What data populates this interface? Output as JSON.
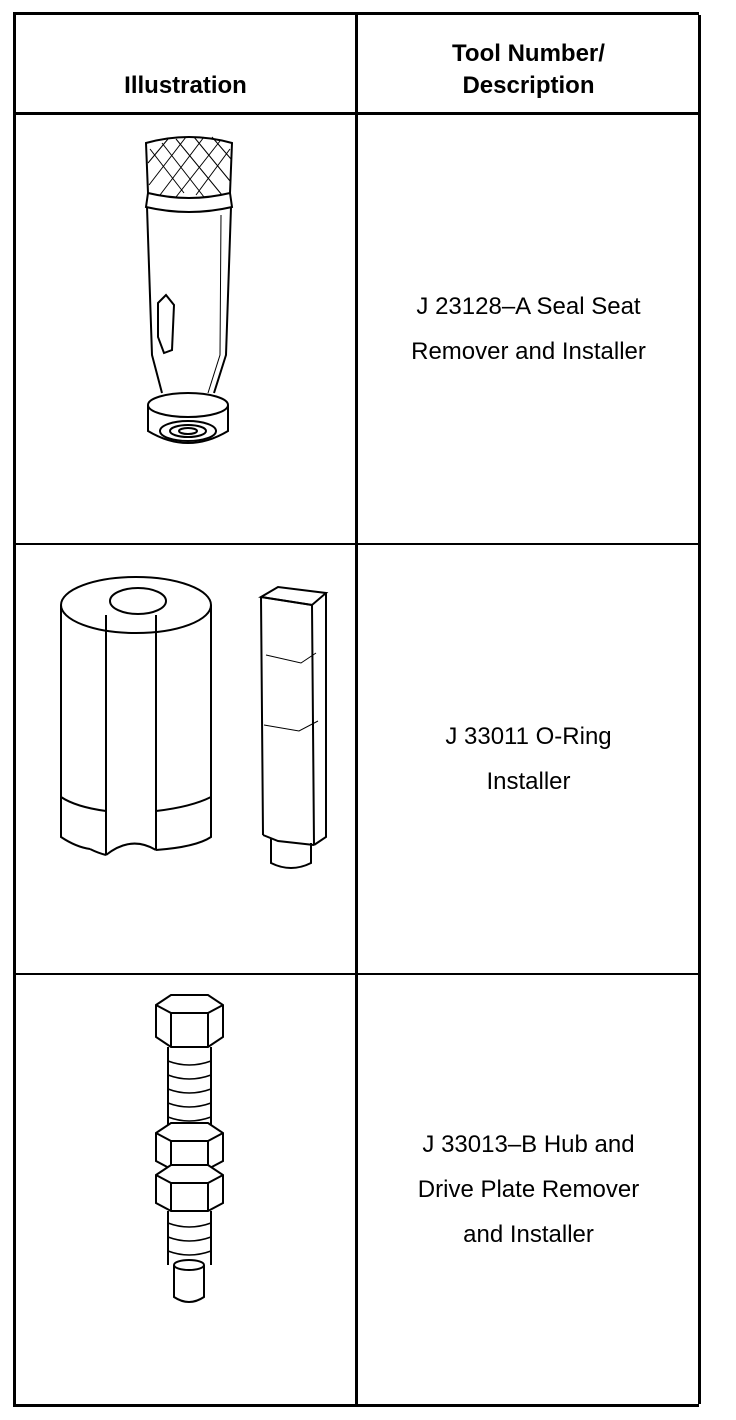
{
  "table": {
    "headers": {
      "illustration": "Illustration",
      "description_line1": "Tool Number/",
      "description_line2": "Description"
    },
    "rows": [
      {
        "illustration_icon": "seal-seat-remover-tool-icon",
        "description_lines": [
          "J 23128–A Seal Seat",
          "Remover and Installer"
        ]
      },
      {
        "illustration_icon": "o-ring-installer-tool-icon",
        "description_lines": [
          "J 33011 O-Ring",
          "Installer"
        ]
      },
      {
        "illustration_icon": "hub-drive-plate-remover-tool-icon",
        "description_lines": [
          "J 33013–B Hub and",
          "Drive Plate Remover",
          "and Installer"
        ]
      }
    ]
  }
}
